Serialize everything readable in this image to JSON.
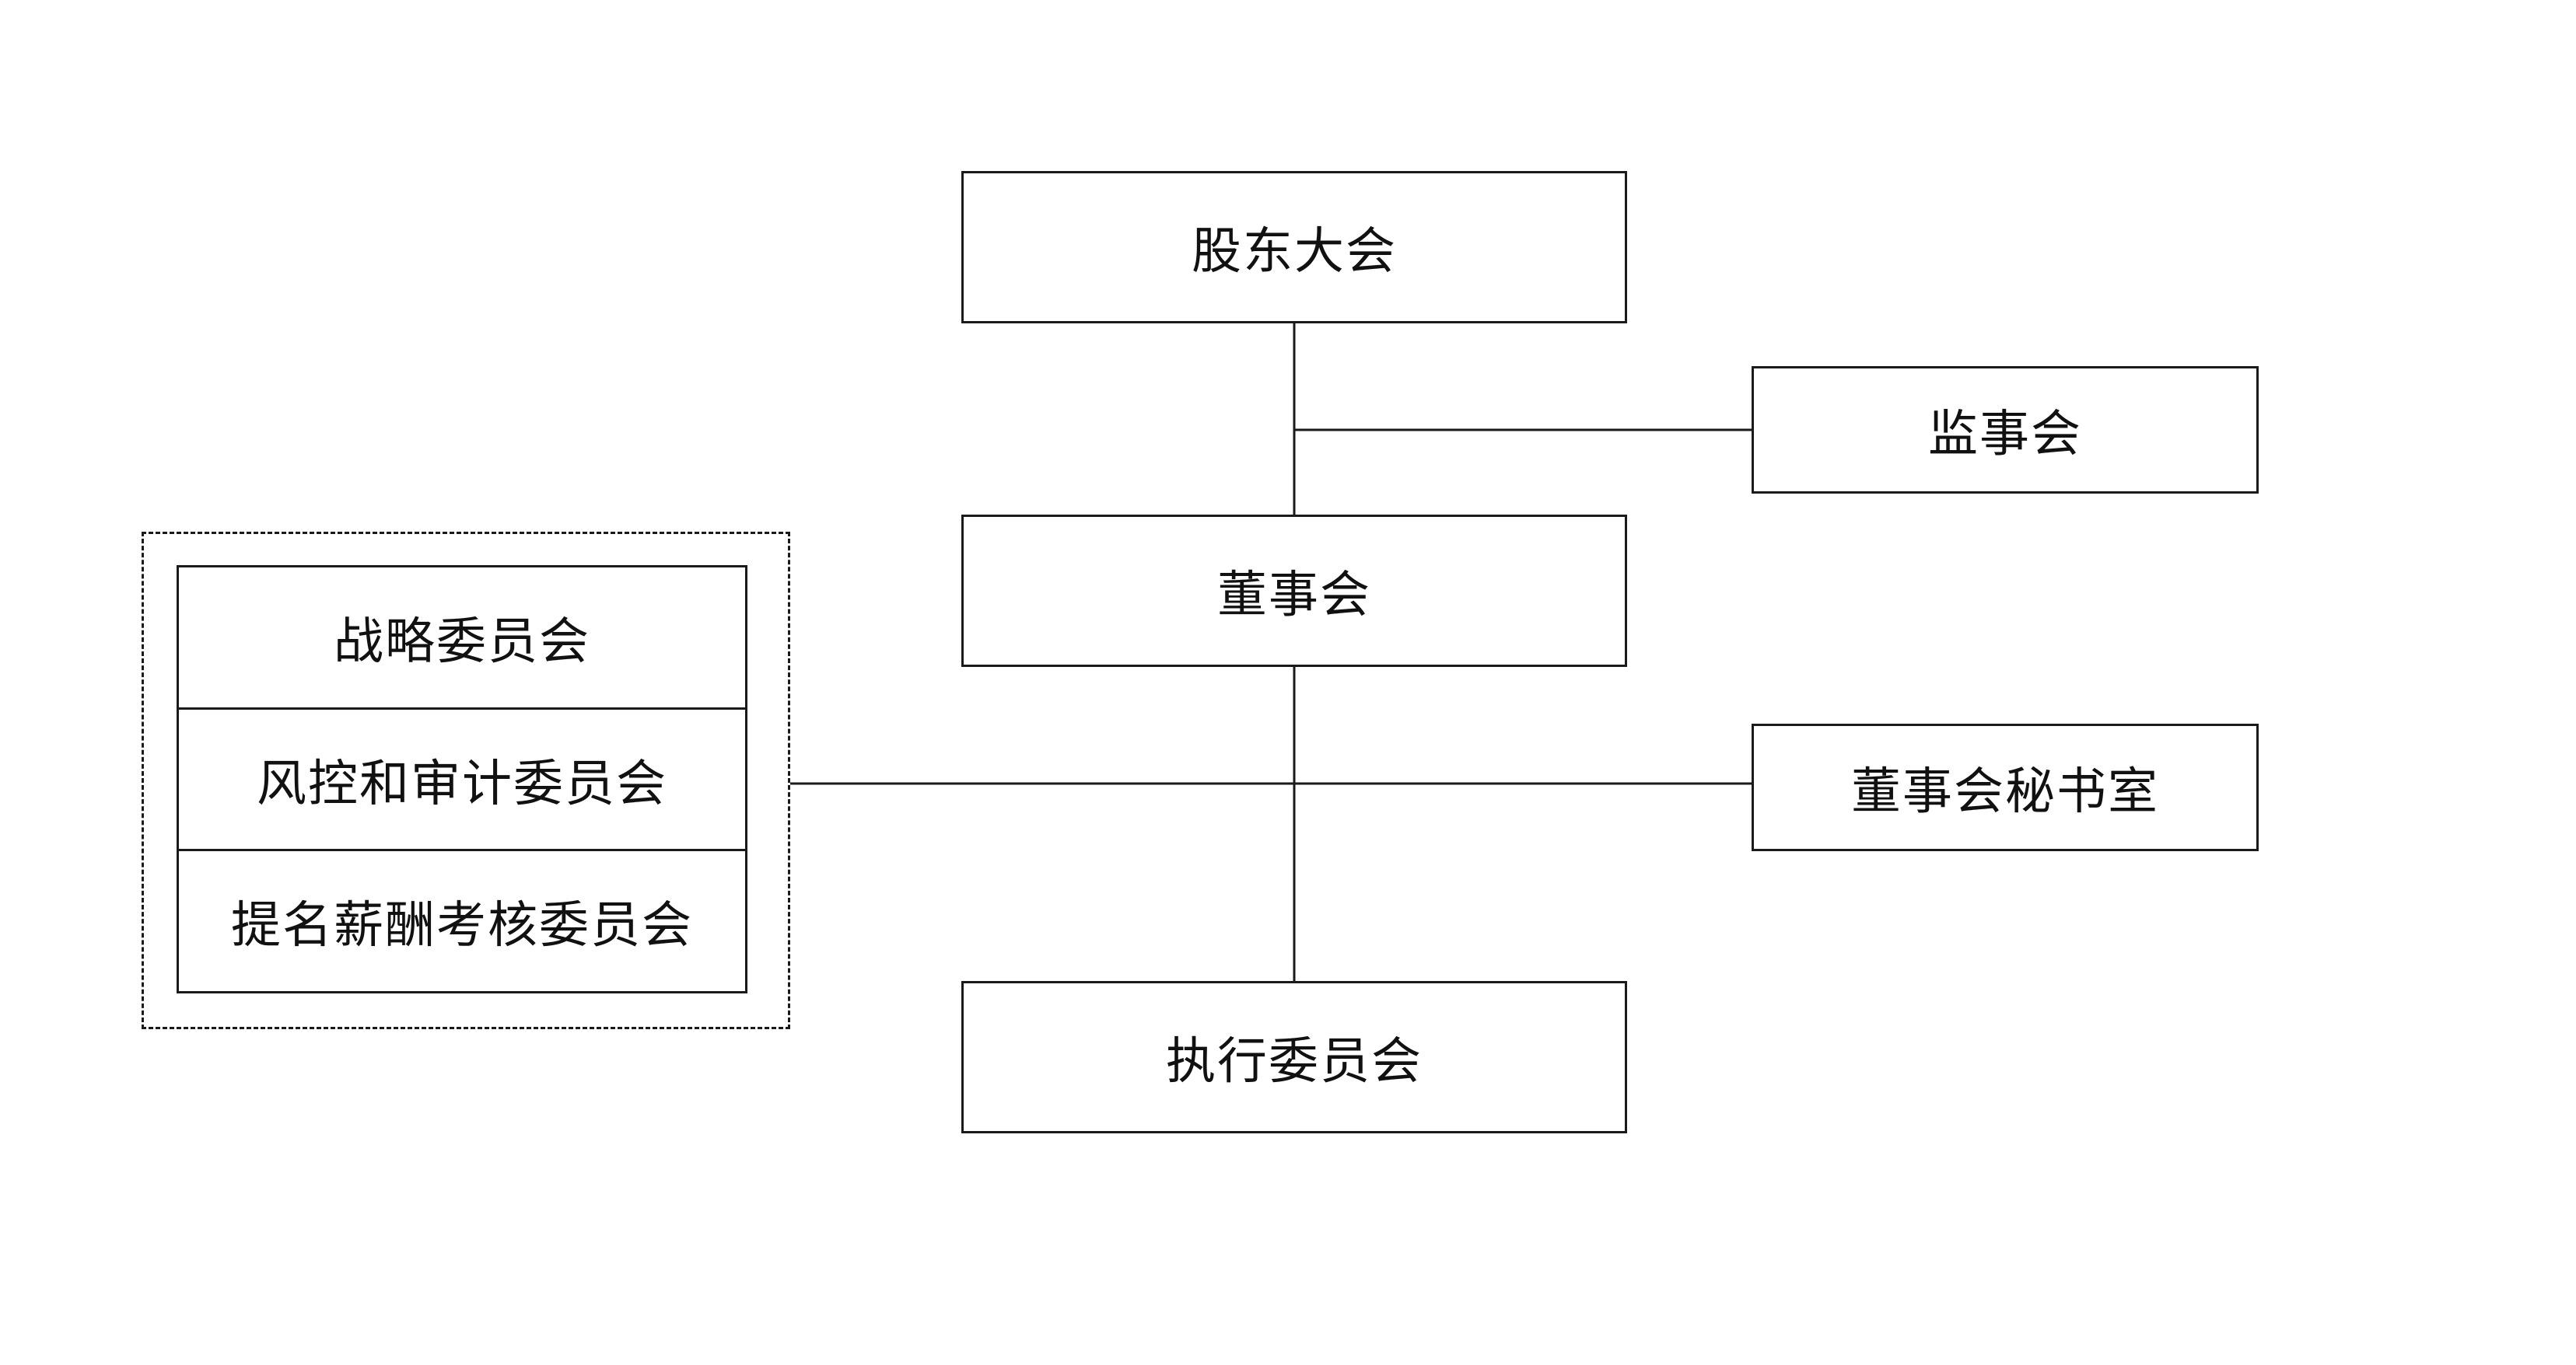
{
  "diagram": {
    "nodes": {
      "shareholders_meeting": "股东大会",
      "supervisory_board": "监事会",
      "board_of_directors": "董事会",
      "board_secretary_office": "董事会秘书室",
      "executive_committee": "执行委员会"
    },
    "committees": [
      "战略委员会",
      "风控和审计委员会",
      "提名薪酬考核委员会"
    ]
  }
}
